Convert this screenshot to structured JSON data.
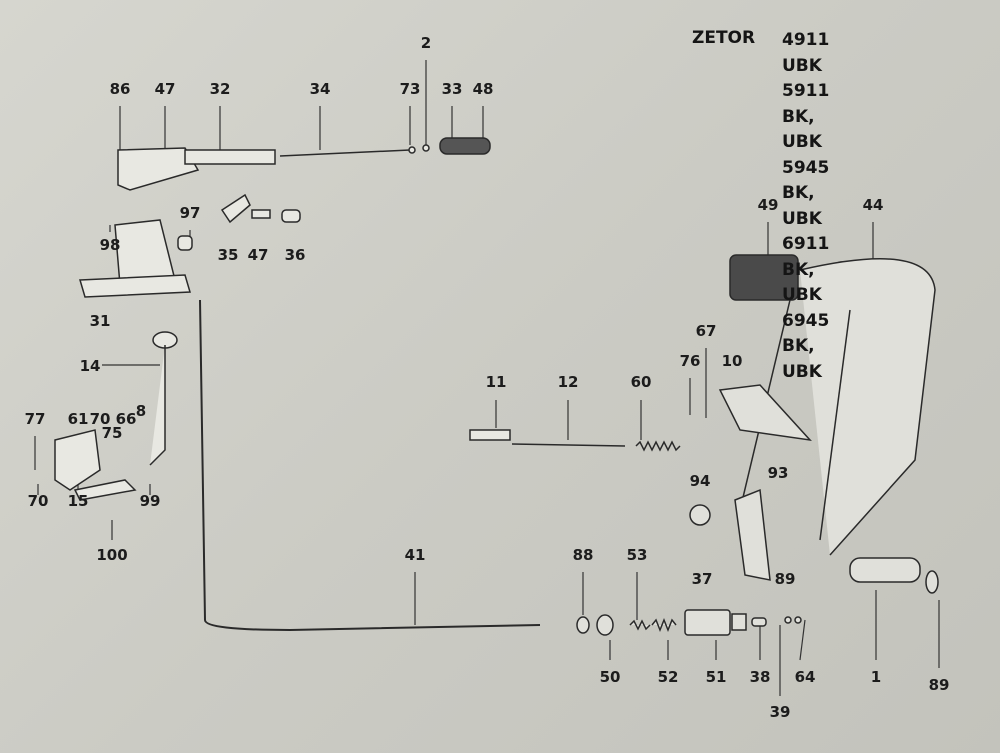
{
  "header": {
    "brand": "ZETOR",
    "models": [
      "4911 UBK",
      "5911 BK,  UBK",
      "5945 BK,  UBK",
      "6911 BK,  UBK",
      "6945 BK,  UBK"
    ]
  },
  "callouts": [
    "86",
    "47",
    "32",
    "34",
    "2",
    "73",
    "33",
    "48",
    "97",
    "98",
    "35",
    "47",
    "36",
    "31",
    "14",
    "77",
    "61",
    "70",
    "75",
    "66",
    "8",
    "70",
    "15",
    "99",
    "100",
    "41",
    "88",
    "53",
    "50",
    "52",
    "51",
    "38",
    "39",
    "64",
    "1",
    "89",
    "11",
    "12",
    "60",
    "76",
    "67",
    "10",
    "49",
    "44",
    "94",
    "93",
    "37",
    "89"
  ]
}
